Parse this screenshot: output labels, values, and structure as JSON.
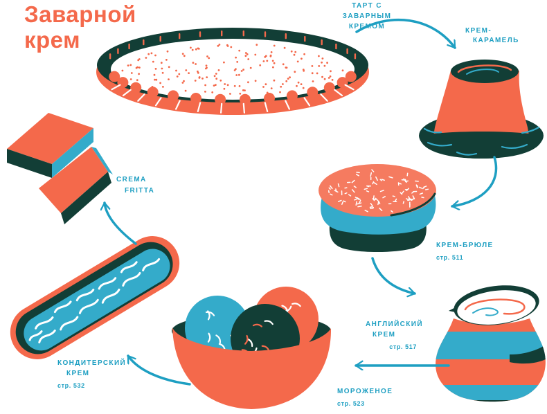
{
  "title": {
    "line1": "Заварной",
    "line2": "крем"
  },
  "palette": {
    "orange": "#F4694B",
    "orange_light": "#F57B60",
    "dark_teal": "#123E36",
    "cyan": "#34ABCA",
    "teal_ink": "#1E9FC2"
  },
  "labels": {
    "tart": {
      "line1": "ТАРТ С ЗАВАРНЫМ",
      "line2": "КРЕМОМ"
    },
    "caramel": {
      "line1": "КРЕМ-",
      "line2": "КАРАМЕЛЬ"
    },
    "brulee": {
      "name": "КРЕМ-БРЮЛЕ",
      "page": "стр. 511"
    },
    "anglaise": {
      "line1": "АНГЛИЙСКИЙ",
      "line2": "КРЕМ",
      "page": "стр. 517"
    },
    "icecream": {
      "name": "МОРОЖЕНОЕ",
      "page": "стр. 523"
    },
    "pastry": {
      "line1": "КОНДИТЕРСКИЙ",
      "line2": "КРЕМ",
      "page": "стр. 532"
    },
    "fritta": {
      "line1": "CREMA",
      "line2": "FRITTA"
    }
  },
  "connections": [
    {
      "from": "тарт с заварным кремом",
      "to": "крем-карамель"
    },
    {
      "from": "крем-карамель",
      "to": "крем-брюле"
    },
    {
      "from": "крем-брюле",
      "to": "английский крем"
    },
    {
      "from": "английский крем",
      "to": "мороженое"
    },
    {
      "from": "мороженое",
      "to": "кондитерский крем"
    },
    {
      "from": "кондитерский крем",
      "to": "crema fritta"
    }
  ]
}
